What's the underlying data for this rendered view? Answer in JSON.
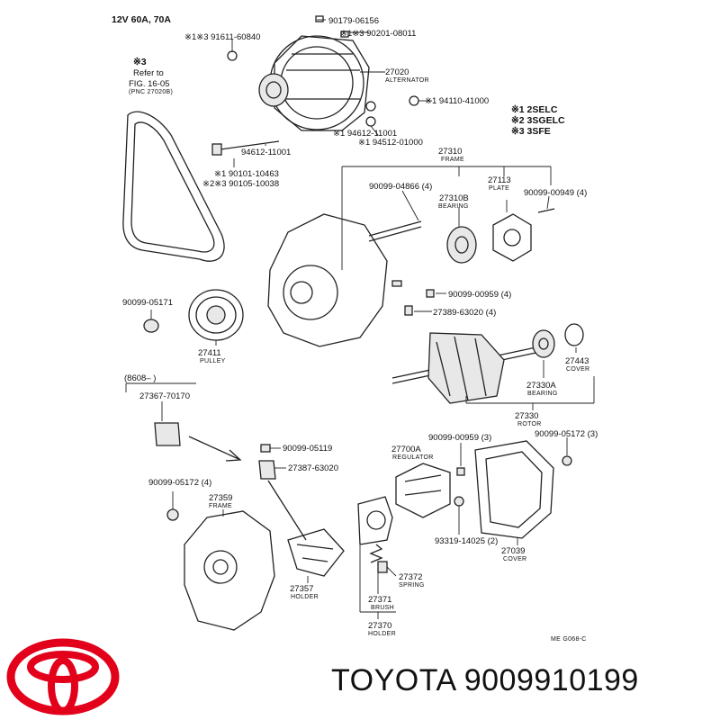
{
  "header": {
    "spec": "12V 60A, 70A"
  },
  "legend": {
    "items": [
      "※1 2SELC",
      "※2 3SGELC",
      "※3 3SFE"
    ]
  },
  "note": {
    "line1": "※3",
    "line2": "Refer to",
    "line3": "FIG. 16-05",
    "line4": "(PNC 27020B)"
  },
  "parts": {
    "p1": "※1※3 91611-60840",
    "p2": "90179-06156",
    "p3": "※1※3 90201-08011",
    "p4_num": "27020",
    "p4_name": "ALTERNATOR",
    "p5": "※1 94110-41000",
    "p6": "※1 94612-11001",
    "p7": "※1 94512-01000",
    "p8": "94612-11001",
    "p9": "※1 90101-10463",
    "p10": "※2※3 90105-10038",
    "p11_num": "27310",
    "p11_name": "FRAME",
    "p12": "90099-04866 (4)",
    "p13_num": "27310B",
    "p13_name": "BEARING",
    "p14_num": "27113",
    "p14_name": "PLATE",
    "p15": "90099-00949 (4)",
    "p16": "90099-00959 (4)",
    "p17": "27389-63020 (4)",
    "p18": "90099-05171",
    "p19_num": "27411",
    "p19_name": "PULLEY",
    "p20_num": "27443",
    "p20_name": "COVER",
    "p21_num": "27330A",
    "p21_name": "BEARING",
    "p22_num": "27330",
    "p22_name": "ROTOR",
    "p23": "(8608–   )",
    "p24": "27367-70170",
    "p25": "90099-05119",
    "p26": "27387-63020",
    "p27": "90099-00959 (3)",
    "p28_num": "27700A",
    "p28_name": "REGULATOR",
    "p29": "90099-05172 (3)",
    "p30": "90099-05172 (4)",
    "p31_num": "27359",
    "p31_name": "FRAME",
    "p32": "93319-14025 (2)",
    "p33_num": "27039",
    "p33_name": "COVER",
    "p34_num": "27372",
    "p34_name": "SPRING",
    "p35_num": "27357",
    "p35_name": "HOLDER",
    "p36_num": "27371",
    "p36_name": "BRUSH",
    "p37_num": "27370",
    "p37_name": "HOLDER",
    "fig_code": "ME  G068-C"
  },
  "footer": {
    "brand": "TOYOTA",
    "part_number": "9009910199",
    "logo_color": "#e3001b"
  }
}
